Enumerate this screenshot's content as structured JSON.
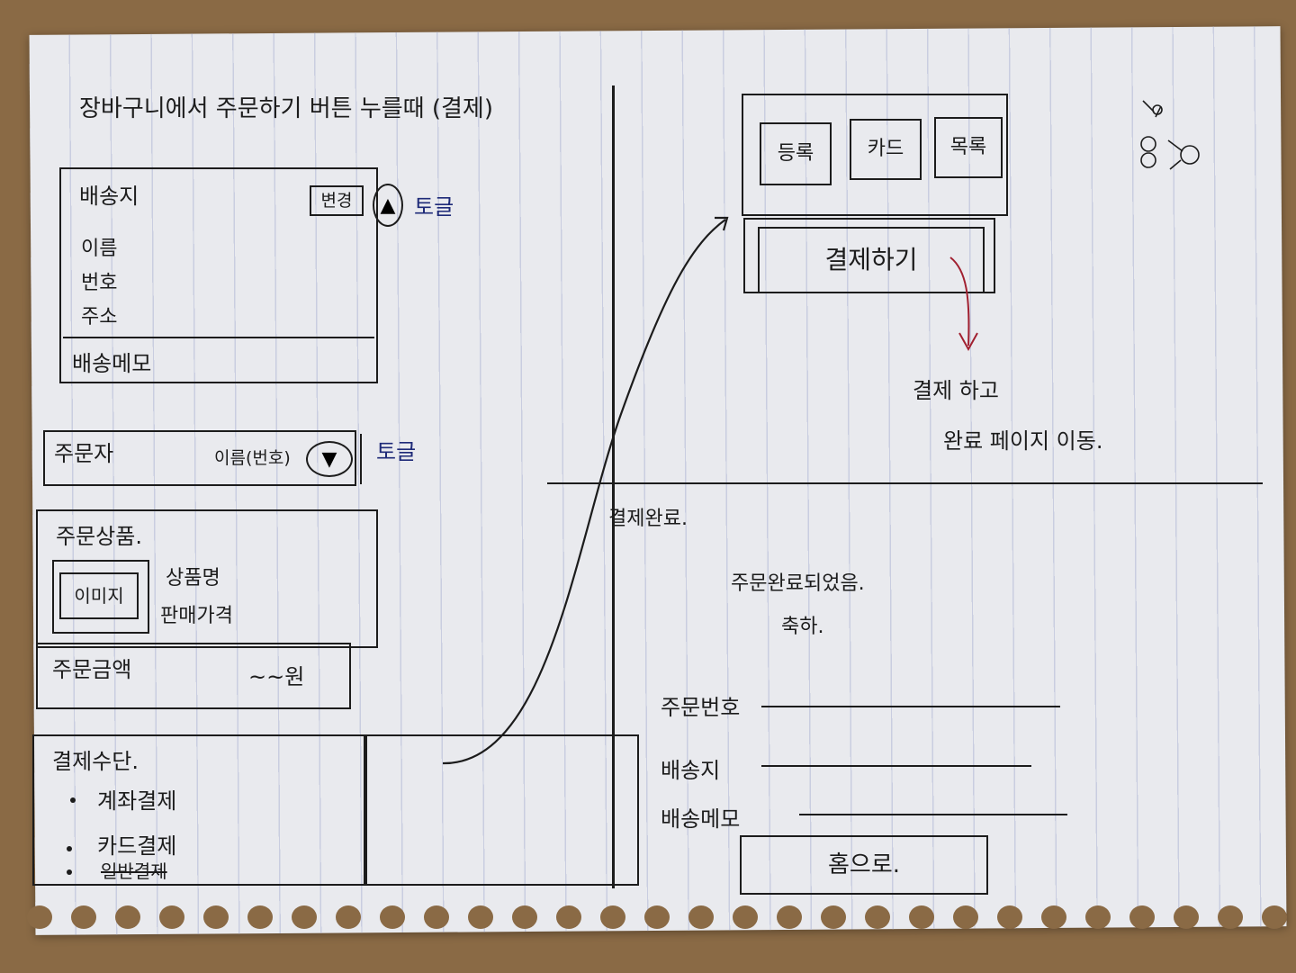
{
  "title": "장바구니에서 주문하기 버튼 누를때 (결제)",
  "shipping": {
    "heading": "배송지",
    "change_label": "변경",
    "toggle_label": "토글",
    "fields": [
      "이름",
      "번호",
      "주소"
    ],
    "memo_label": "배송메모"
  },
  "orderer": {
    "heading": "주문자",
    "value": "이름(번호)",
    "toggle_label": "토글"
  },
  "products": {
    "heading": "주문상품.",
    "image_label": "이미지",
    "name_label": "상품명",
    "price_label": "판매가격",
    "amount_label": "주문금액",
    "amount_value": "~~원"
  },
  "payment": {
    "heading": "결제수단.",
    "methods": [
      "계좌결제",
      "카드결제",
      "일반결제"
    ],
    "options": [
      "등록",
      "카드",
      "목록"
    ],
    "pay_button": "결제하기",
    "note_line1": "결제 하고",
    "note_line2": "완료 페이지 이동."
  },
  "complete": {
    "heading": "결제완료.",
    "message_line1": "주문완료되었음.",
    "message_line2": "축하.",
    "rows": [
      "주문번호",
      "배송지",
      "배송메모"
    ],
    "home_button": "홈으로."
  }
}
